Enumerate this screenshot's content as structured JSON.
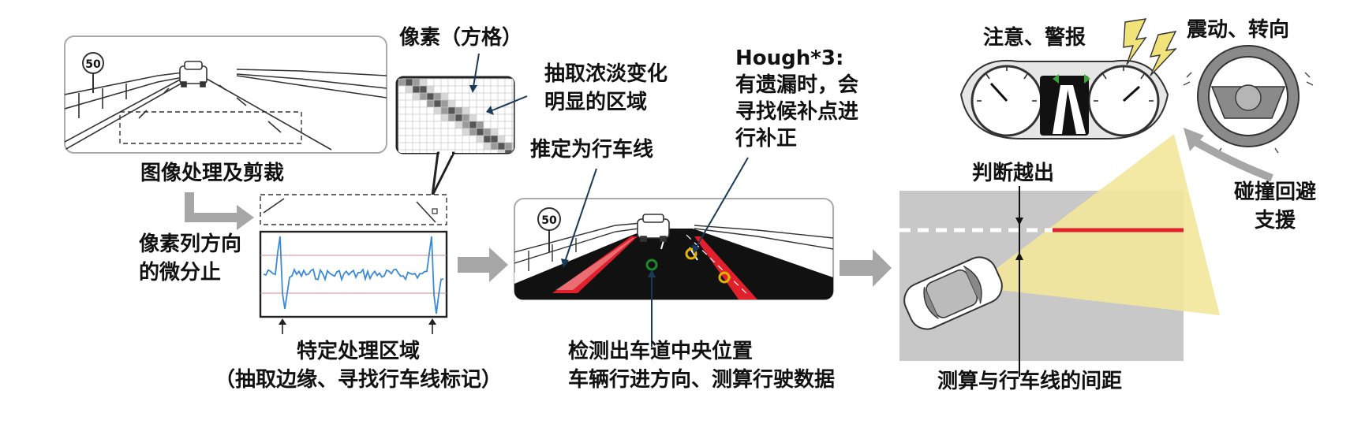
{
  "labels": {
    "pixel": "像素（方格）",
    "extract_line1": "抽取浓淡变化",
    "extract_line2": "明显的区域",
    "hough_line1": "Hough*3:",
    "hough_line2": "有遗漏时，会",
    "hough_line3": "寻找候补点进",
    "hough_line4": "行补正",
    "attention": "注意、警报",
    "vibration": "震动、转向",
    "image_processing": "图像处理及剪裁",
    "estimate_lane": "推定为行车线",
    "judge_departure": "判断越出",
    "avoid_line1": "碰撞回避",
    "avoid_line2": "支援",
    "diff_line1": "像素列方向",
    "diff_line2": "的微分止",
    "region_line1": "特定处理区域",
    "region_line2": "（抽取边缘、寻找行车线标记）",
    "detect_line1": "检测出车道中央位置",
    "detect_line2": "车辆行进方向、测算行驶数据",
    "distance": "测算与行车线的间距"
  },
  "road_signs": [
    "50",
    "50"
  ],
  "colors": {
    "lane_red": "#e0202a",
    "hough_circle": "#e0b400",
    "center_circle": "#1a8a2a",
    "signal_blue": "#3a8ad8",
    "arrow_gray": "#a6a6a6",
    "warn_yellow": "#f3e79a",
    "pixel_dark": "#555555"
  }
}
